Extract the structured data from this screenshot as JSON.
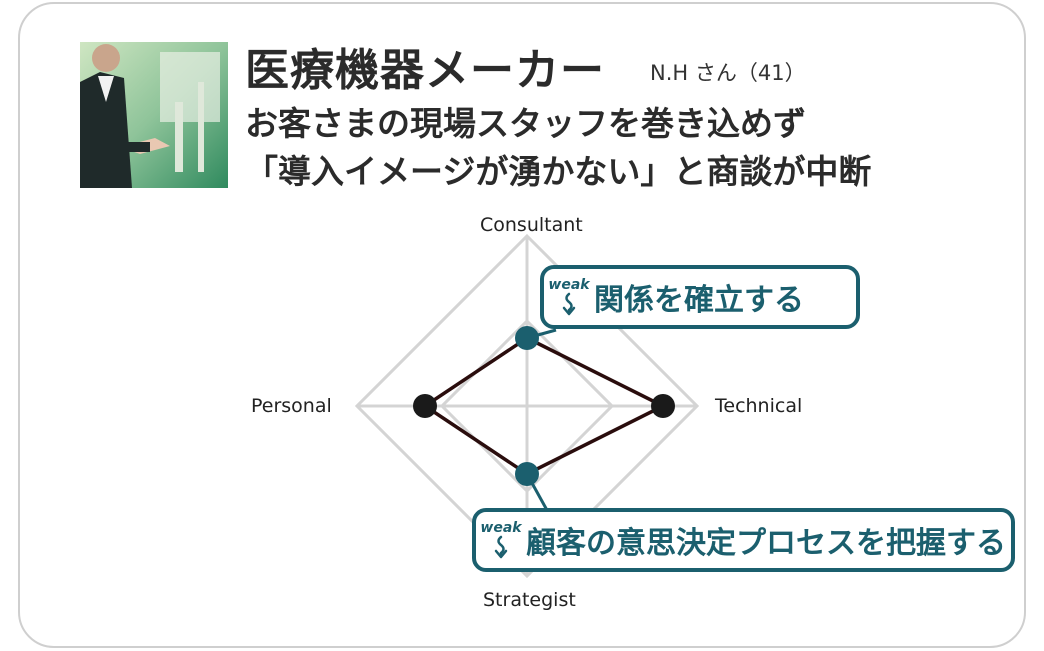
{
  "header": {
    "title": "医療機器メーカー",
    "person": "N.H さん（41）",
    "subtitle_line1": "お客さまの現場スタッフを巻き込めず",
    "subtitle_line2": "「導入イメージが湧かない」と商談が中断"
  },
  "radar": {
    "axes": {
      "top": "Consultant",
      "right": "Technical",
      "bottom": "Strategist",
      "left": "Personal"
    }
  },
  "callouts": [
    {
      "tag": "weak",
      "text": "関係を確立する"
    },
    {
      "tag": "weak",
      "text": "顧客の意思決定プロセスを把握する"
    }
  ],
  "chart_data": {
    "type": "radar",
    "axes": [
      "Consultant",
      "Technical",
      "Strategist",
      "Personal"
    ],
    "values": [
      2,
      4,
      2,
      3
    ],
    "max": 5,
    "weak_axes": [
      "Consultant",
      "Strategist"
    ],
    "colors": {
      "line": "#2a0d0d",
      "strong_point": "#1a1a1a",
      "weak_point": "#1b5f6e",
      "grid": "#d4d4d4"
    }
  }
}
